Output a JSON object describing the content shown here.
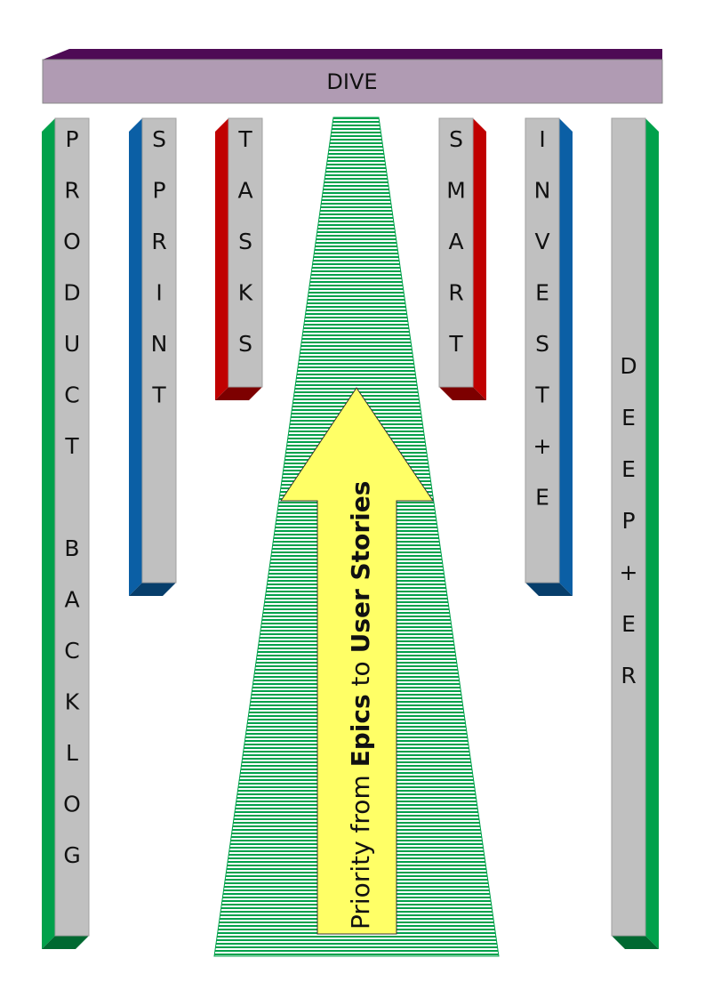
{
  "top_bar": {
    "label": "DIVE",
    "color": "#b09bb3",
    "top_color": "#4e0a55"
  },
  "columns": [
    {
      "id": "product-backlog",
      "letters": [
        "P",
        "R",
        "O",
        "D",
        "U",
        "C",
        "T",
        "",
        "B",
        "A",
        "C",
        "K",
        "L",
        "O",
        "G"
      ],
      "color": "#00a14b"
    },
    {
      "id": "sprint",
      "letters": [
        "S",
        "P",
        "R",
        "I",
        "N",
        "T"
      ],
      "color": "#0b5fa5"
    },
    {
      "id": "tasks",
      "letters": [
        "T",
        "A",
        "S",
        "K",
        "S"
      ],
      "color": "#c00000"
    },
    {
      "id": "smart",
      "letters": [
        "S",
        "M",
        "A",
        "R",
        "T"
      ],
      "color": "#c00000"
    },
    {
      "id": "invest-e",
      "letters": [
        "I",
        "N",
        "V",
        "E",
        "S",
        "T",
        "+",
        "E"
      ],
      "color": "#0b5fa5"
    },
    {
      "id": "deep-er",
      "letters": [
        "D",
        "E",
        "E",
        "P",
        "+",
        "E",
        "R"
      ],
      "color": "#00a14b"
    }
  ],
  "arrow": {
    "text_prefix": "Priority from ",
    "text_bold1": "Epics",
    "text_mid": " to ",
    "text_bold2": "User Stories",
    "fill_color": "#ffff66",
    "stripe_color": "#00a14b"
  },
  "colors": {
    "pillar_face": "#c0c0c0"
  }
}
